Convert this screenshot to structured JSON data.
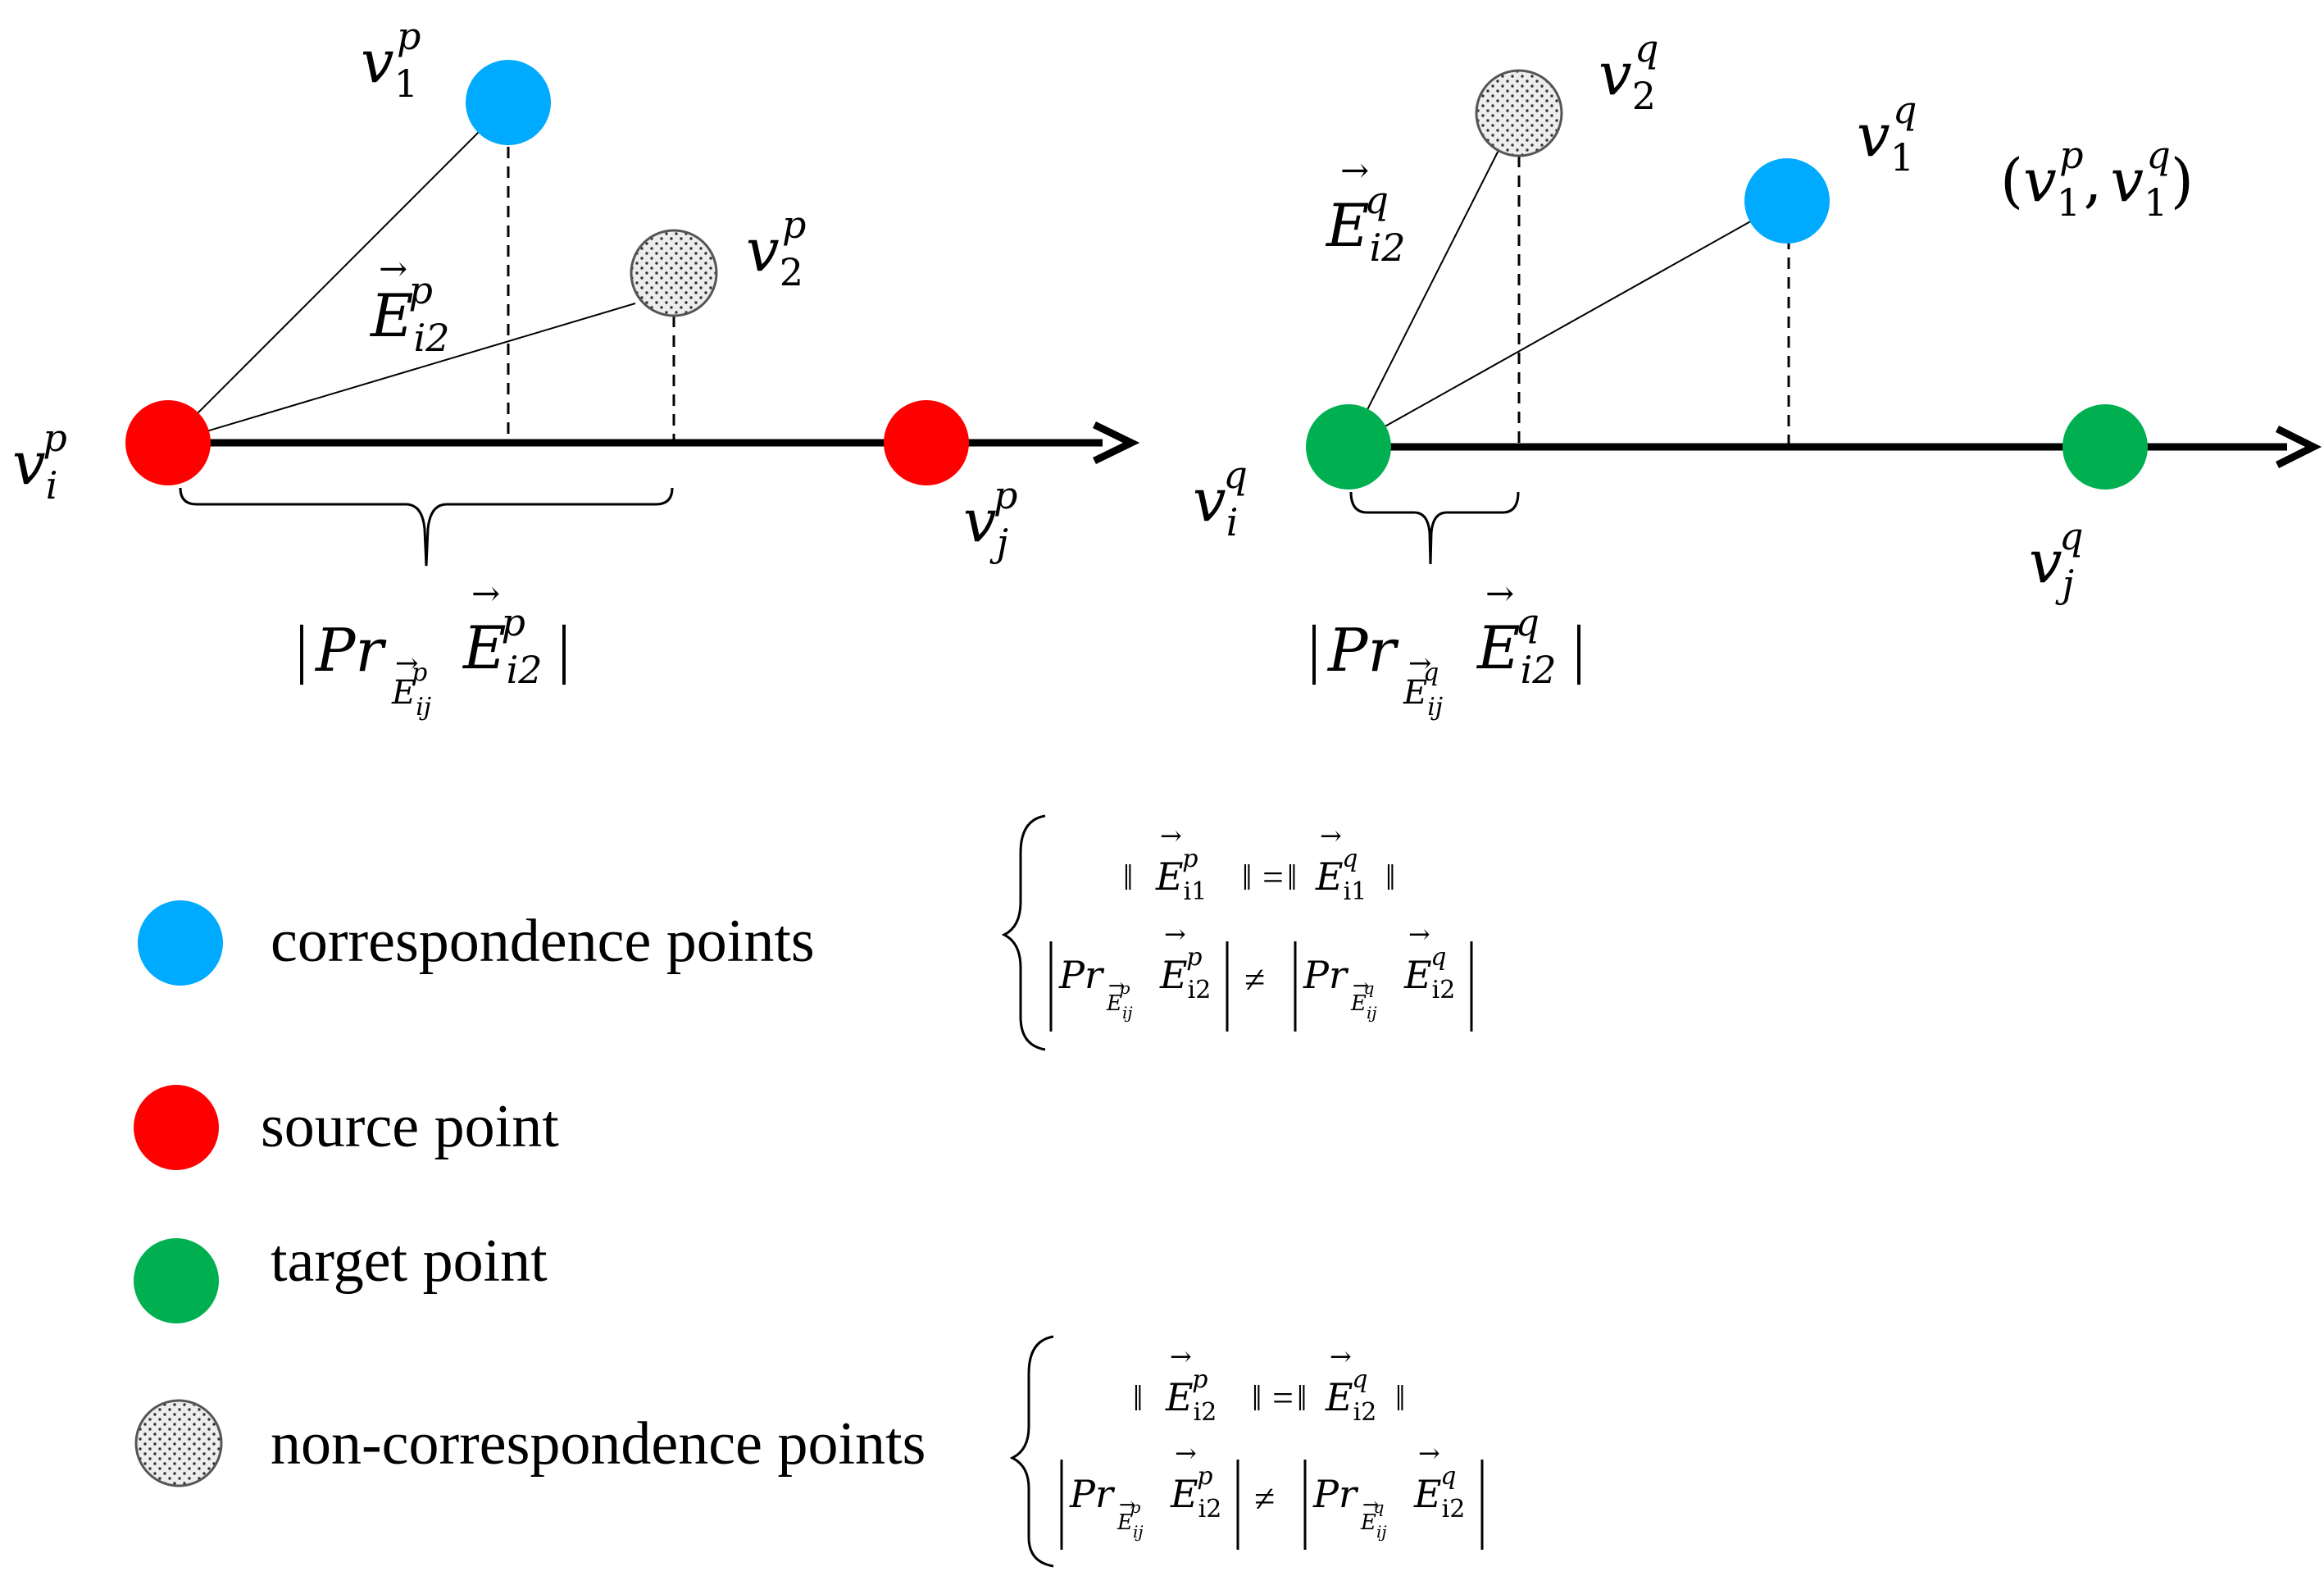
{
  "colors": {
    "correspondence": "#00AAFF",
    "source": "#FF0000",
    "target": "#00B050",
    "non_correspondence_fill": "#EDEDED",
    "axis": "#000000"
  },
  "left_panel": {
    "v1": {
      "base": "v",
      "sub": "1",
      "sup": "p"
    },
    "v2": {
      "base": "v",
      "sub": "2",
      "sup": "p"
    },
    "vi": {
      "base": "v",
      "sub": "i",
      "sup": "p"
    },
    "vj": {
      "base": "v",
      "sub": "j",
      "sup": "p"
    },
    "edge": {
      "base": "E",
      "sub": "i2",
      "sup": "p",
      "arrow": "→"
    },
    "projection": {
      "bar": "|",
      "pr": "Pr",
      "sub_base": "E",
      "sub_sub": "ij",
      "sub_sup": "p",
      "arrow": "→",
      "base": "E",
      "sub": "i2",
      "sup": "p"
    }
  },
  "right_panel": {
    "v1": {
      "base": "v",
      "sub": "1",
      "sup": "q"
    },
    "v2": {
      "base": "v",
      "sub": "2",
      "sup": "q"
    },
    "vi": {
      "base": "v",
      "sub": "i",
      "sup": "q"
    },
    "vj": {
      "base": "v",
      "sub": "j",
      "sup": "q"
    },
    "edge": {
      "base": "E",
      "sub": "i2",
      "sup": "q",
      "arrow": "→"
    },
    "pair": {
      "open": "(",
      "comma": ",",
      "close": ")",
      "a_base": "v",
      "a_sub": "1",
      "a_sup": "p",
      "b_base": "v",
      "b_sub": "1",
      "b_sup": "q"
    },
    "projection": {
      "bar": "|",
      "pr": "Pr",
      "sub_base": "E",
      "sub_sub": "ij",
      "sub_sup": "q",
      "arrow": "→",
      "base": "E",
      "sub": "i2",
      "sup": "q"
    }
  },
  "legend": {
    "correspondence_label": "correspondence points",
    "source_label": "source point",
    "target_label": "target point",
    "non_correspondence_label": "non-correspondence points"
  },
  "conditions": {
    "correspondence": {
      "norm": "‖",
      "eq": "=",
      "neq": "≠",
      "edge_sub": "i1",
      "sup_left": "p",
      "sup_right": "q",
      "proj_sub": "i2"
    },
    "non_correspondence": {
      "norm": "‖",
      "eq": "=",
      "neq": "≠",
      "edge_sub": "i2",
      "sup_left": "p",
      "sup_right": "q",
      "proj_sub": "i2"
    }
  }
}
